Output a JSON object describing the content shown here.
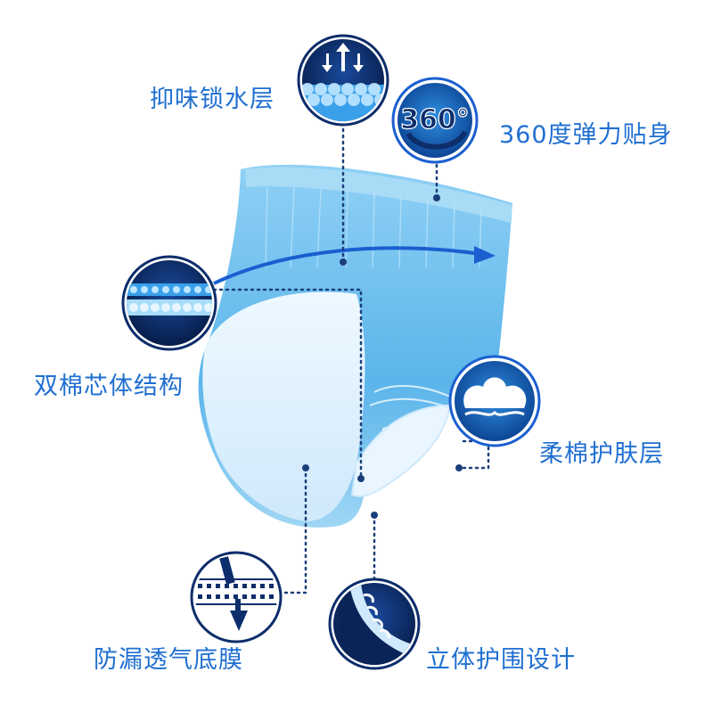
{
  "features": {
    "odor_lock": "抑味锁水层",
    "stretch_360": "360度弹力贴身",
    "double_core": "双棉芯体结构",
    "soft_skin": "柔棉护肤层",
    "breathable_film": "防漏透气底膜",
    "leak_guard": "立体护围设计"
  },
  "badge_360_text": "360°",
  "icons": [
    "absorb-layer-icon",
    "rotate-360-icon",
    "double-core-icon",
    "cotton-cloud-icon",
    "breathable-film-icon",
    "leak-guard-icon"
  ],
  "colors": {
    "accent": "#1f6fd1",
    "circle_dark": "#0d2d6b",
    "circle_light": "#3a9be6",
    "product": "#7cc6f0"
  }
}
